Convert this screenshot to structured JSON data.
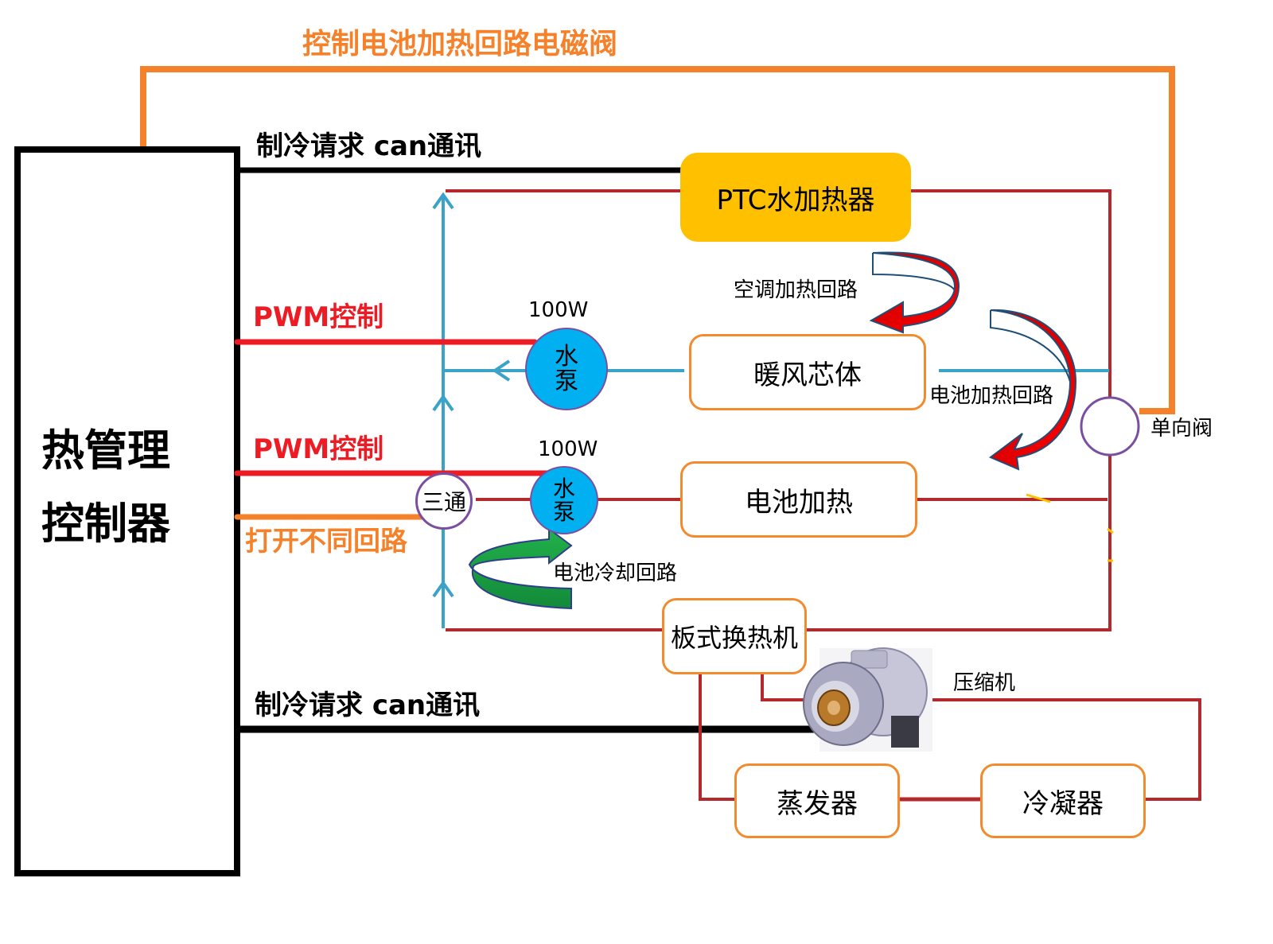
{
  "title_top": "控制电池加热回路电磁阀",
  "controller": {
    "line1": "热管理",
    "line2": "控制器"
  },
  "signals": {
    "can_top": "制冷请求 can通讯",
    "can_bottom": "制冷请求 can通讯",
    "pwm_1": "PWM控制",
    "pwm_2": "PWM控制",
    "open_loops": "打开不同回路"
  },
  "components": {
    "ptc_heater": "PTC水加热器",
    "heater_core": "暖风芯体",
    "battery_heating": "电池加热",
    "plate_heat_exchanger": "板式换热机",
    "evaporator": "蒸发器",
    "condenser": "冷凝器",
    "compressor": "压缩机",
    "check_valve": "单向阀",
    "three_way_valve": "三通",
    "pump_1": {
      "power": "100W",
      "line1": "水",
      "line2": "泵"
    },
    "pump_2": {
      "power": "100W",
      "line1": "水",
      "line2": "泵"
    }
  },
  "loops": {
    "ac_heating": "空调加热回路",
    "battery_heating": "电池加热回路",
    "battery_cooling": "电池冷却回路"
  },
  "colors": {
    "control_orange": "#f5812a",
    "pwm_red": "#ed1c24",
    "can_black": "#000000",
    "coolant_red": "#b22a2e",
    "coolant_blue": "#3ba3c8",
    "ptc_yellow": "#ffc000",
    "pump_blue": "#00b0f0",
    "box_border": "#f28a2e",
    "valve_purple": "#7a4fa0",
    "heat_arrow": "#e30613",
    "cool_arrow": "#1a9a44"
  }
}
